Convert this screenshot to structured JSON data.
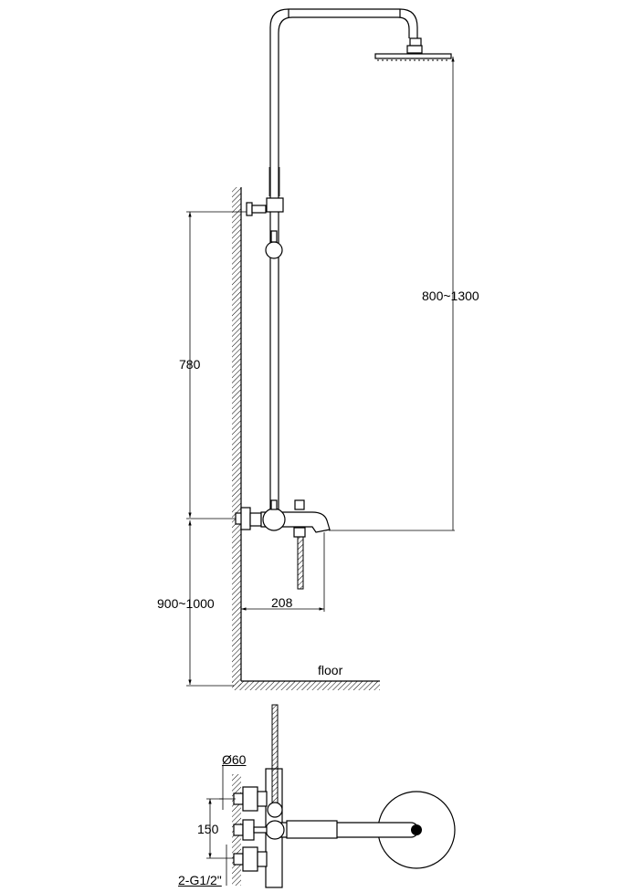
{
  "dimensions": {
    "head_height": "800~1300",
    "bar_height": "780",
    "mixer_height": "900~1000",
    "spout_projection": "208",
    "floor_label": "floor",
    "flange_diameter": "Ø60",
    "inlet_spacing": "150",
    "inlet_thread": "2-G1/2\""
  }
}
